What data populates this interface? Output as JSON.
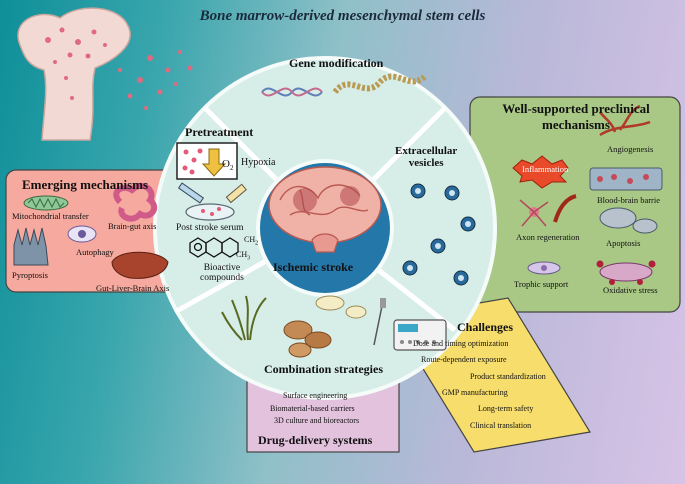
{
  "title": "Bone marrow-derived mesenchymal stem cells",
  "center": {
    "label": "Ischemic stroke"
  },
  "sections": {
    "gene_modification": "Gene modification",
    "pretreatment": {
      "title": "Pretreatment",
      "hypoxia": "Hypoxia",
      "o2": "O",
      "o2_sub": "2",
      "post_stroke_serum": "Post stroke serum",
      "bioactive_line1": "Bioactive",
      "bioactive_line2": "compounds",
      "chem_ch": "CH",
      "chem_sub1": "2",
      "chem_ch3": "CH",
      "chem_sub2": "3"
    },
    "extracellular_vesicles": {
      "line1": "Extracellular",
      "line2": "vesicles"
    },
    "combination_strategies": "Combination strategies"
  },
  "emerging": {
    "title": "Emerging mechanisms",
    "items": [
      "Mitochondrial transfer",
      "Brain-gut axis",
      "Autophagy",
      "Pyroptosis",
      "Gut-Liver-Brain Axis"
    ]
  },
  "preclinical": {
    "title_line1": "Well-supported preclinical",
    "title_line2": "mechanisms",
    "items": [
      "Angiogenesis",
      "Inflammation",
      "Blood-brain barrie",
      "Axon regeneration",
      "Apoptosis",
      "Trophic support",
      "Oxidative stress"
    ]
  },
  "challenges": {
    "title": "Challenges",
    "items": [
      "Dose and timing optimization",
      "Route-dependent exposure",
      "Product standardization",
      "GMP manufacturing",
      "Long-term safety",
      "Clinical translation"
    ]
  },
  "drug_delivery": {
    "title": "Drug-delivery systems",
    "items": [
      "Surface engineering",
      "Biomaterial-based carriers",
      "3D culture and bioreactors"
    ]
  },
  "colors": {
    "circle": "#d7eee8",
    "center": "#2477a9",
    "emerging_bg": "#f6a99e",
    "preclinical_bg": "#a9c886",
    "challenges_bg": "#f7dd6c",
    "drug_bg": "#e2c2dd"
  }
}
